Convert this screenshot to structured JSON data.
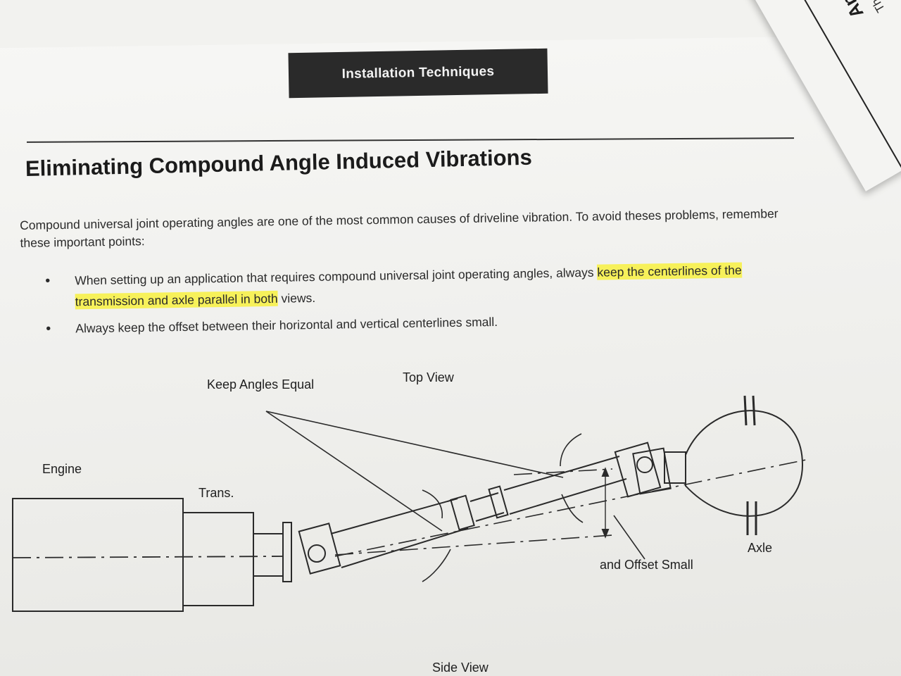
{
  "header": {
    "section_title": "Installation Techniques"
  },
  "article": {
    "title": "Eliminating Compound Angle Induced Vibrations",
    "intro": "Compound universal joint operating angles are one of the most common causes of driveline vibration. To avoid theses problems, remember these important points:",
    "bullets": [
      {
        "before": "When setting up an application that requires compound universal joint operating angles, always ",
        "highlight": "keep the centerlines of the transmission and axle parallel in both",
        "after": " views."
      },
      {
        "text": "Always keep the offset between their horizontal and vertical centerlines small."
      }
    ]
  },
  "side_card": {
    "heading": "Angle Size",
    "body": "The magn"
  },
  "diagram": {
    "labels": {
      "keep_angles_equal": "Keep Angles Equal",
      "top_view": "Top View",
      "engine": "Engine",
      "trans": "Trans.",
      "axle": "Axle",
      "offset_small": "and Offset Small",
      "side_view": "Side View"
    }
  },
  "colors": {
    "highlight": "#f8f028",
    "header_bar": "#2a2a2a"
  }
}
